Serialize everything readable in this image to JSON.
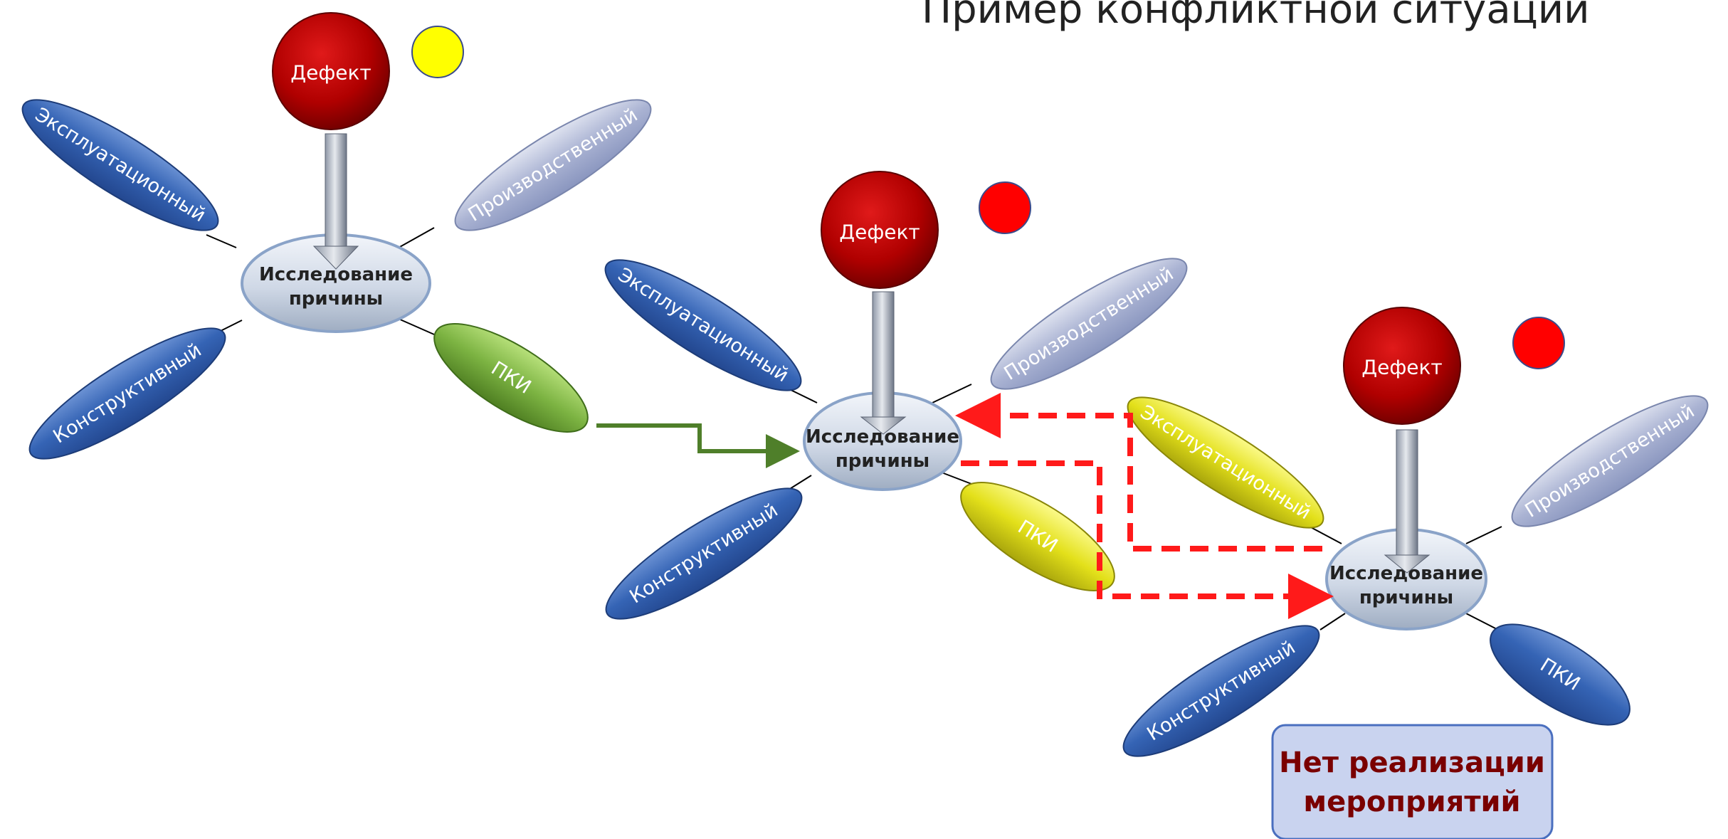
{
  "title": "Пример  конфликтной ситуации",
  "colors": {
    "blue_dark": "#2f5aa8",
    "blue_light": "#b0b8d6",
    "green": "#7cb342",
    "yellow": "#e3e01a",
    "defect_red": "#b00000",
    "status_yellow": "#ffff00",
    "status_red": "#ff0000",
    "arrow_green": "#4f7f2a",
    "arrow_red": "#ff1a1a",
    "note_bg": "#c9d3ef",
    "note_border": "#4a6fbf"
  },
  "clusters": [
    {
      "id": "cluster-1",
      "defect_label": "Дефект",
      "status_color": "yellow",
      "center_label_line1": "Исследование",
      "center_label_line2": "причины",
      "petals": {
        "operational": "Эксплуатационный",
        "production": "Производственный",
        "design": "Конструктивный",
        "pki": "ПКИ"
      },
      "pki_color": "green"
    },
    {
      "id": "cluster-2",
      "defect_label": "Дефект",
      "status_color": "red",
      "center_label_line1": "Исследование",
      "center_label_line2": "причины",
      "petals": {
        "operational": "Эксплуатационный",
        "production": "Производственный",
        "design": "Конструктивный",
        "pki": "ПКИ"
      },
      "pki_color": "yellow"
    },
    {
      "id": "cluster-3",
      "defect_label": "Дефект",
      "status_color": "red",
      "center_label_line1": "Исследование",
      "center_label_line2": "причины",
      "petals": {
        "operational": "Эксплуатационный",
        "production": "Производственный",
        "design": "Конструктивный",
        "pki": "ПКИ"
      },
      "pki_color": "blue"
    }
  ],
  "note": {
    "line1": "Нет реализации",
    "line2": "мероприятий"
  }
}
